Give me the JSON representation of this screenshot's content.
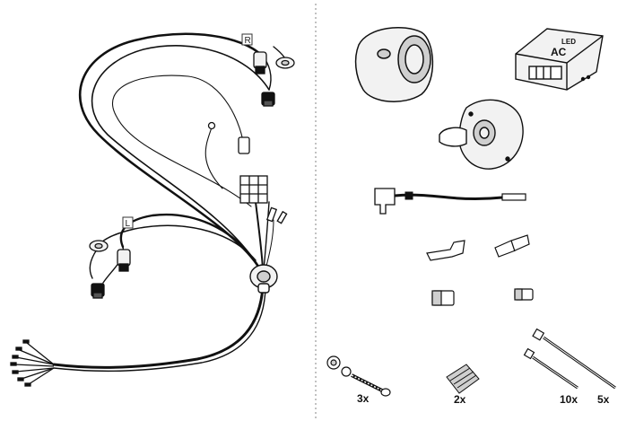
{
  "harness": {
    "tag_right": "R",
    "tag_left": "L"
  },
  "parts": {
    "led_module_text": "LED",
    "led_module_badge": "AC",
    "qty_screws": "3x",
    "qty_pads": "2x",
    "qty_cable_ties_short": "10x",
    "qty_cable_ties_long": "5x"
  },
  "colors": {
    "line": "#111111",
    "fill_light": "#f2f2f2",
    "fill_mid": "#cfcfcf",
    "divider": "#9a9a9a"
  }
}
